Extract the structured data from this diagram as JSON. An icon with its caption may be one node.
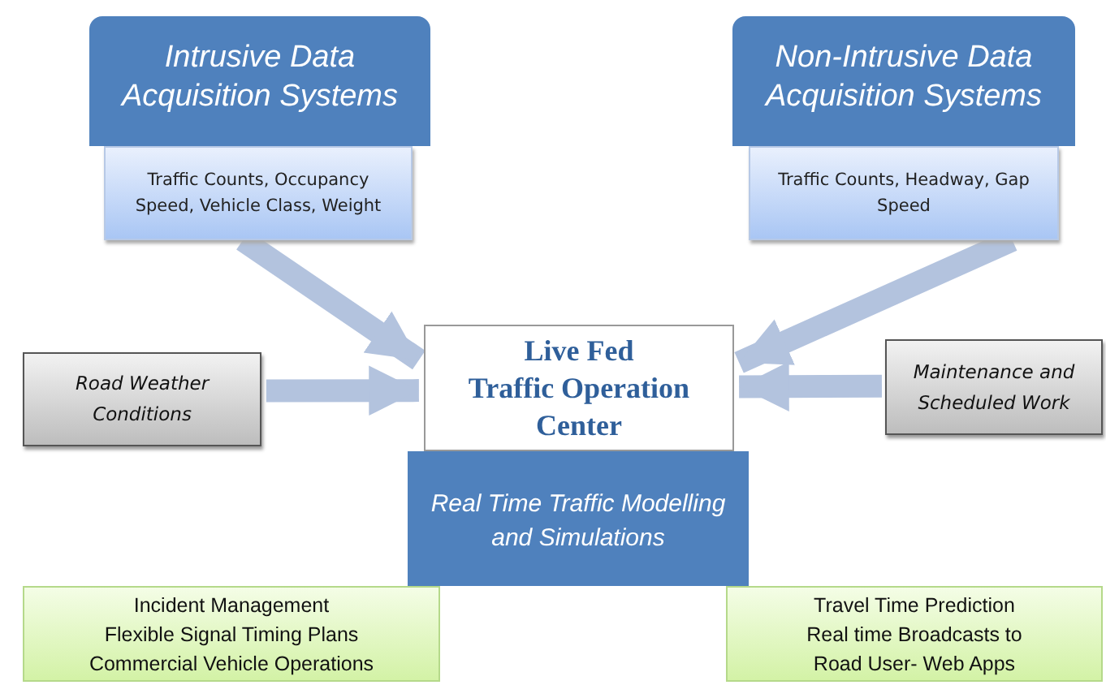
{
  "diagram": {
    "nodes": [
      {
        "text": [
          "Intrusive Data Acquisition Systems"
        ]
      },
      {
        "text": [
          "Traffic Counts,  Occupancy Speed, Vehicle Class, Weight"
        ]
      },
      {
        "text": [
          "Non-Intrusive Data Acquisition Systems"
        ]
      },
      {
        "text": [
          "Traffic Counts, Headway, Gap Speed"
        ]
      },
      {
        "text": [
          "Road Weather Conditions"
        ]
      },
      {
        "text": [
          "Live Fed",
          "Traffic Operation Center"
        ]
      },
      {
        "text": [
          "Maintenance and Scheduled Work"
        ]
      },
      {
        "text": [
          "Real Time Traffic  Modelling and Simulations"
        ]
      },
      {
        "text": [
          "Incident Management",
          "Flexible Signal Timing Plans",
          "Commercial Vehicle Operations"
        ]
      },
      {
        "text": [
          "Travel Time Prediction",
          "Real time Broadcasts to Road User- Web Apps"
        ]
      }
    ],
    "edges": [
      {
        "from": 1,
        "to": 5,
        "arrow": "to"
      },
      {
        "from": 3,
        "to": 5,
        "arrow": "to"
      },
      {
        "from": 4,
        "to": 5,
        "arrow": "to"
      },
      {
        "from": 6,
        "to": 5,
        "arrow": "to"
      }
    ]
  }
}
